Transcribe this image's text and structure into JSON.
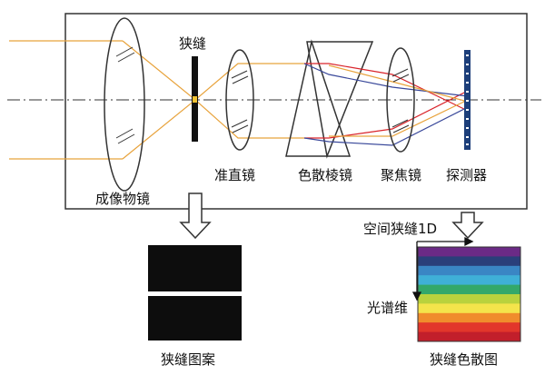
{
  "labels": {
    "imaging_lens": "成像物镜",
    "slit": "狭缝",
    "collimating_lens": "准直镜",
    "dispersive_prism": "色散棱镜",
    "focusing_lens": "聚焦镜",
    "detector": "探测器",
    "spatial_slit_1d": "空间狭缝1D",
    "spectral_dim": "光谱维",
    "slit_pattern": "狭缝图案",
    "slit_dispersion_image": "狭缝色散图"
  },
  "colors": {
    "ray_orange": "#e8a33c",
    "ray_red": "#d9242b",
    "ray_blue": "#39489a",
    "axis": "#333333",
    "slit_yellow": "#f1c232",
    "detector_blue": "#1d3f7a",
    "spectrum_bands": [
      "#6b2a86",
      "#2a3f7a",
      "#3a86c4",
      "#3fb0d7",
      "#33a86a",
      "#b9d23d",
      "#f4e44b",
      "#f08c2c",
      "#e2362b",
      "#c21f2b"
    ]
  }
}
